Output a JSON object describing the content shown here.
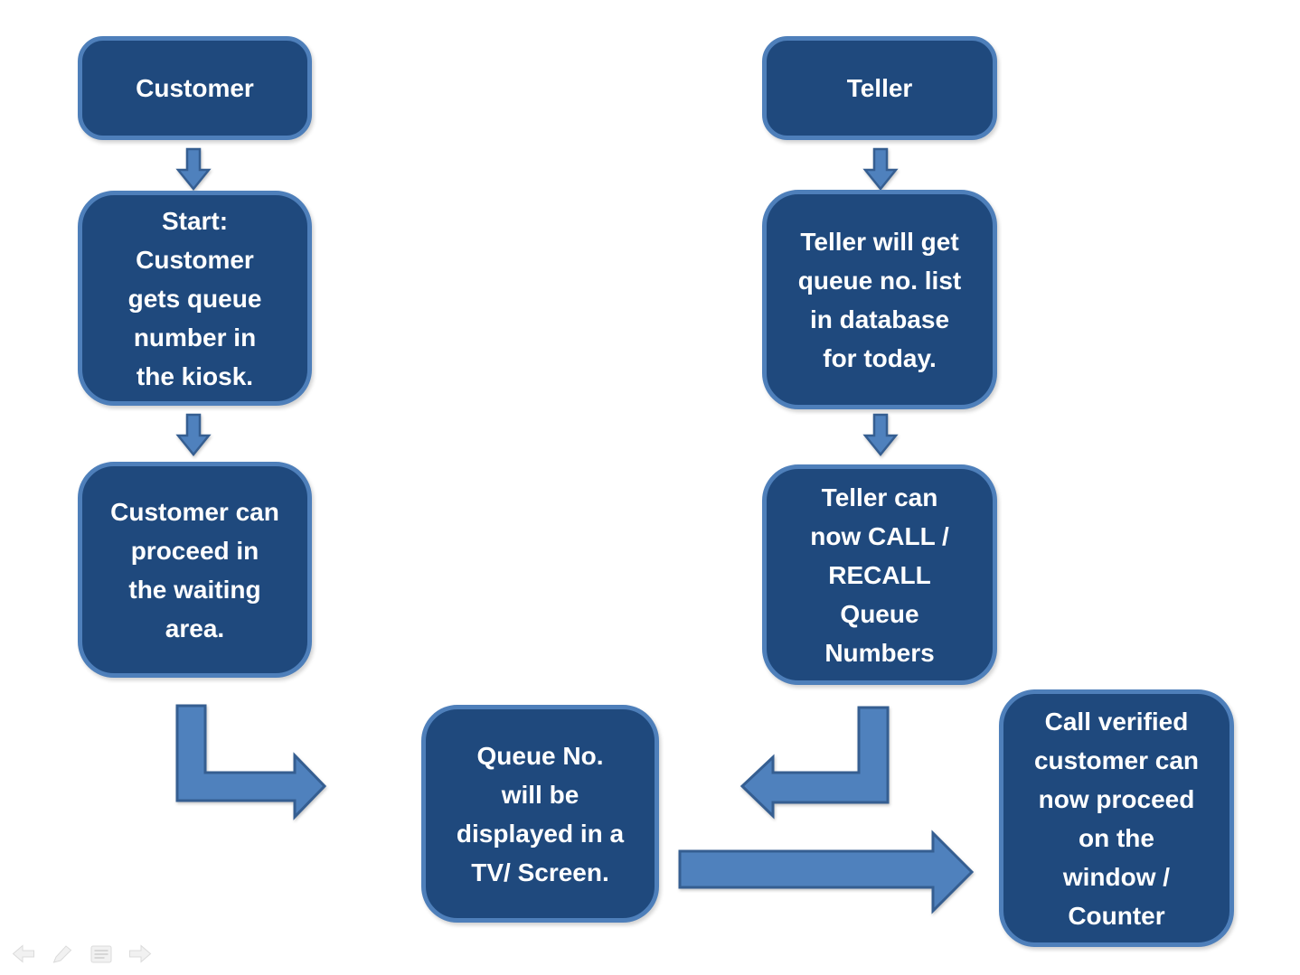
{
  "flowchart": {
    "colors": {
      "box_fill": "#1F497D",
      "box_border": "#4E7FBA",
      "arrow_fill": "#4F81BD",
      "arrow_border": "#355E91",
      "text_color": "#FFFFFF"
    },
    "customer_column": {
      "header": "Customer",
      "step1": "Start:\nCustomer\ngets queue\nnumber in\nthe kiosk.",
      "step2": "Customer can\nproceed in\nthe waiting\narea."
    },
    "teller_column": {
      "header": "Teller",
      "step1": "Teller will get\nqueue no. list\nin database\nfor today.",
      "step2": "Teller can\nnow CALL /\nRECALL\nQueue\nNumbers"
    },
    "display_step": "Queue No.\nwill be\ndisplayed in a\nTV/ Screen.",
    "result_step": "Call verified\ncustomer can\nnow proceed\non the\nwindow /\nCounter"
  },
  "presenter_toolbar": {
    "color": "#F1F1F1",
    "border_color": "#DBDBDB",
    "buttons": [
      {
        "name": "previous-slide"
      },
      {
        "name": "pen-tools"
      },
      {
        "name": "slide-menu"
      },
      {
        "name": "next-slide"
      }
    ]
  }
}
